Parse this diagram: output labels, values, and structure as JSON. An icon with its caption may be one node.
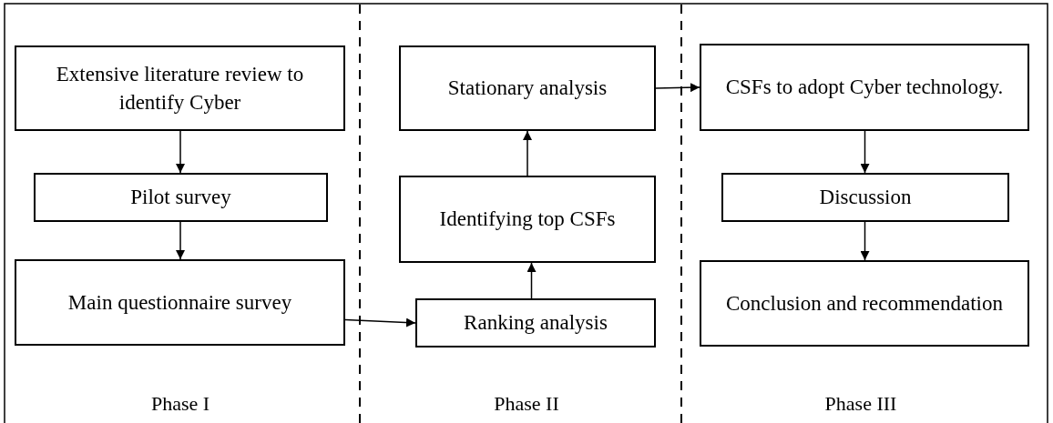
{
  "diagram": {
    "nodes": [
      {
        "text": [
          "Extensive literature review to identify Cyber"
        ]
      },
      {
        "text": [
          "Pilot survey"
        ]
      },
      {
        "text": [
          "Main questionnaire survey"
        ]
      },
      {
        "text": [
          "Ranking analysis"
        ]
      },
      {
        "text": [
          "Identifying top CSFs"
        ]
      },
      {
        "text": [
          "Stationary analysis"
        ]
      },
      {
        "text": [
          "CSFs to adopt Cyber technology."
        ]
      },
      {
        "text": [
          "Discussion"
        ]
      },
      {
        "text": [
          "Conclusion and recommendation"
        ]
      }
    ],
    "edges": [
      {
        "from": 0,
        "to": 1,
        "arrow": "to"
      },
      {
        "from": 1,
        "to": 2,
        "arrow": "to"
      },
      {
        "from": 2,
        "to": 3,
        "arrow": "to"
      },
      {
        "from": 3,
        "to": 4,
        "arrow": "to"
      },
      {
        "from": 4,
        "to": 5,
        "arrow": "to"
      },
      {
        "from": 5,
        "to": 6,
        "arrow": "to"
      },
      {
        "from": 6,
        "to": 7,
        "arrow": "to"
      },
      {
        "from": 7,
        "to": 8,
        "arrow": "to"
      }
    ],
    "labels": [
      "Phase I",
      "Phase II",
      "Phase III"
    ]
  }
}
